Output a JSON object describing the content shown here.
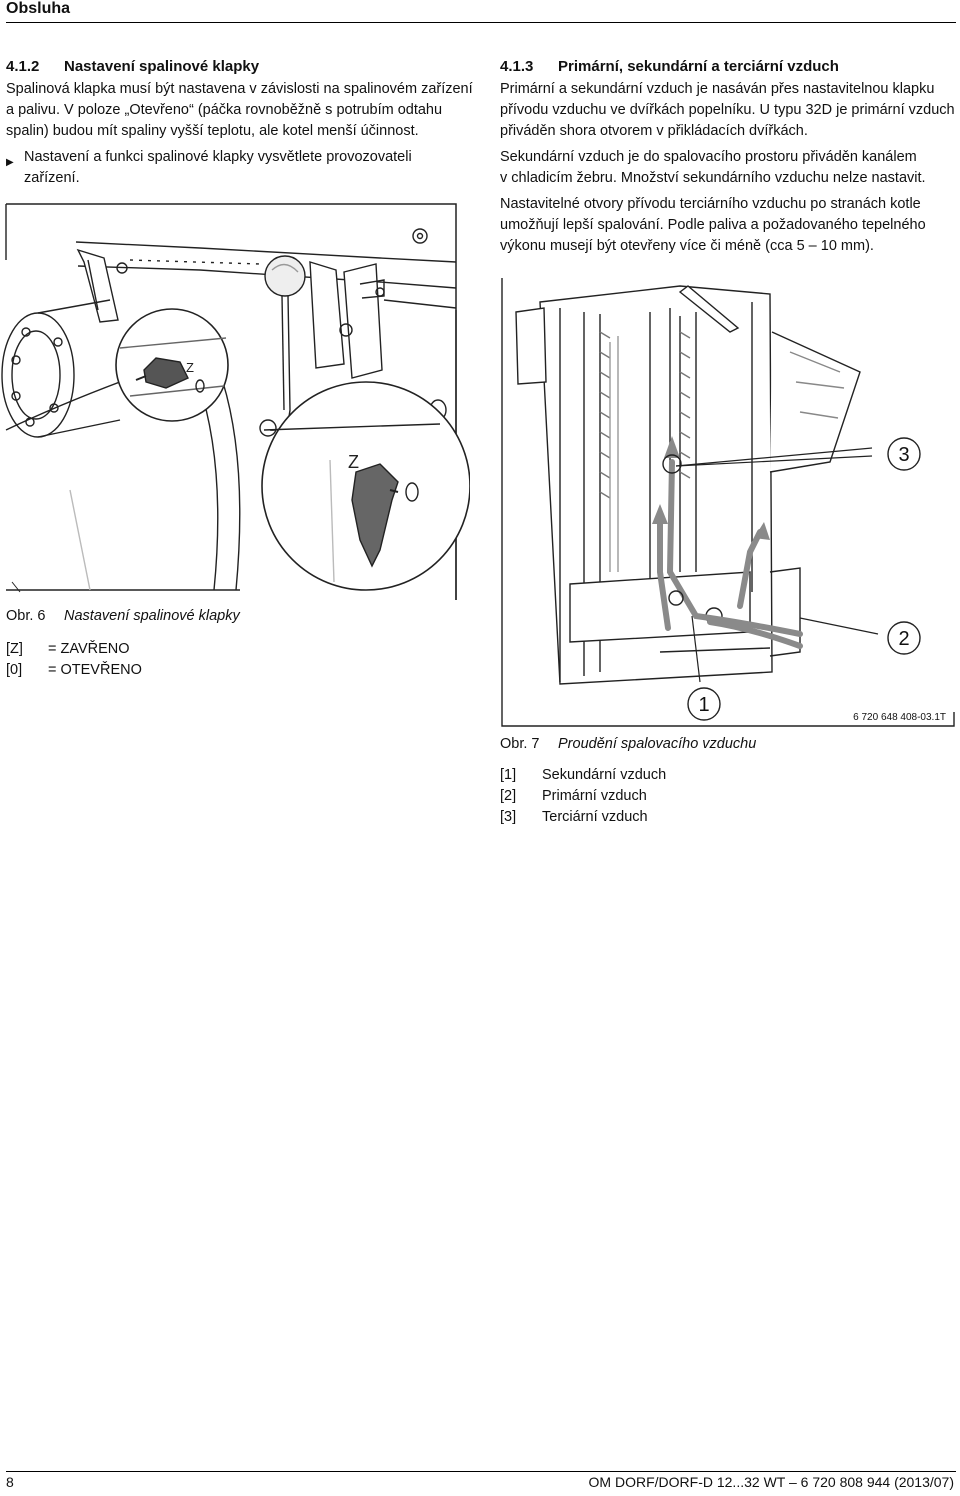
{
  "header": {
    "section": "Obsluha"
  },
  "left": {
    "heading_num": "4.1.2",
    "heading": "Nastavení spalinové klapky",
    "para_lines": [
      "Spalinová klapka musí být nastavena v závislosti na spalinovém zařízení",
      "a palivu. V poloze „Otevřeno“ (páčka rovnoběžně s potrubím odtahu",
      "spalin) budou mít spaliny vyšší teplotu, ale kotel menší účinnost."
    ],
    "bullet_lines": [
      "Nastavení a funkci spalinové klapky vysvětlete provozovateli",
      "zařízení."
    ],
    "figure": {
      "caption_num": "Obr. 6",
      "caption": "Nastavení spalinové klapky",
      "marks": {
        "z": "Z",
        "zero": "0"
      },
      "legend": [
        {
          "key": "[Z]",
          "value": "= ZAVŘENO"
        },
        {
          "key": "[0]",
          "value": "= OTEVŘENO"
        }
      ]
    }
  },
  "right": {
    "heading_num": "4.1.3",
    "heading": "Primární, sekundární a terciární vzduch",
    "para1_lines": [
      "Primární a sekundární vzduch je nasáván přes nastavitelnou klapku",
      "přívodu vzduchu ve dvířkách popelníku. U typu 32D je primární vzduch",
      "přiváděn shora otvorem v přikládacích dvířkách."
    ],
    "para2_lines": [
      "Sekundární vzduch je do spalovacího prostoru přiváděn kanálem",
      "v chladicím žebru. Množství sekundárního vzduchu nelze nastavit."
    ],
    "para3_lines": [
      "Nastavitelné otvory přívodu terciárního vzduchu po stranách kotle",
      "umožňují lepší spalování. Podle paliva a požadovaného tepelného",
      "výkonu musejí být otevřeny více či méně (cca 5 – 10 mm)."
    ],
    "figure": {
      "callouts": [
        "1",
        "2",
        "3"
      ],
      "code": "6 720 648 408-03.1T",
      "caption_num": "Obr. 7",
      "caption": "Proudění spalovacího vzduchu",
      "legend": [
        {
          "key": "[1]",
          "value": "Sekundární vzduch"
        },
        {
          "key": "[2]",
          "value": "Primární vzduch"
        },
        {
          "key": "[3]",
          "value": "Terciární vzduch"
        }
      ]
    }
  },
  "footer": {
    "page": "8",
    "doc": "OM DORF/DORF-D 12...32 WT – 6 720 808 944 (2013/07)"
  }
}
